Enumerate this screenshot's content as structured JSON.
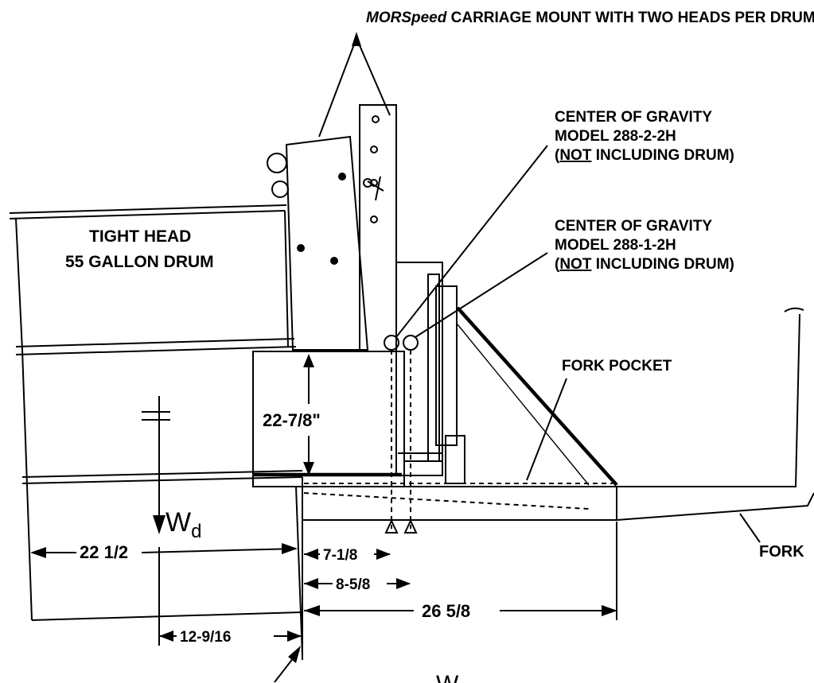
{
  "title": {
    "brand": "MORSpeed",
    "rest": " CARRIAGE MOUNT WITH TWO HEADS PER DRUM"
  },
  "drum_label": {
    "line1": "TIGHT HEAD",
    "line2": "55 GALLON DRUM"
  },
  "cog_2_2h": {
    "line1": "CENTER OF GRAVITY",
    "line2": "MODEL 288-2-2H",
    "line3_pre": "(",
    "line3_not": "NOT",
    "line3_post": " INCLUDING DRUM)"
  },
  "cog_1_2h": {
    "line1": "CENTER OF GRAVITY",
    "line2": "MODEL 288-1-2H",
    "line3_pre": "(",
    "line3_not": "NOT",
    "line3_post": " INCLUDING DRUM)"
  },
  "fork_pocket_label": "FORK POCKET",
  "fork_label": "FORK",
  "weights": {
    "drum_main": "W",
    "drum_sub": "d",
    "bottom_main": "W"
  },
  "dimensions": {
    "carriage_height": "22-7/8\"",
    "drum_width": "22 1/2",
    "cog_1": "7-1/8",
    "cog_2": "8-5/8",
    "fork_pocket_length": "26 5/8",
    "drum_center": "12-9/16"
  }
}
